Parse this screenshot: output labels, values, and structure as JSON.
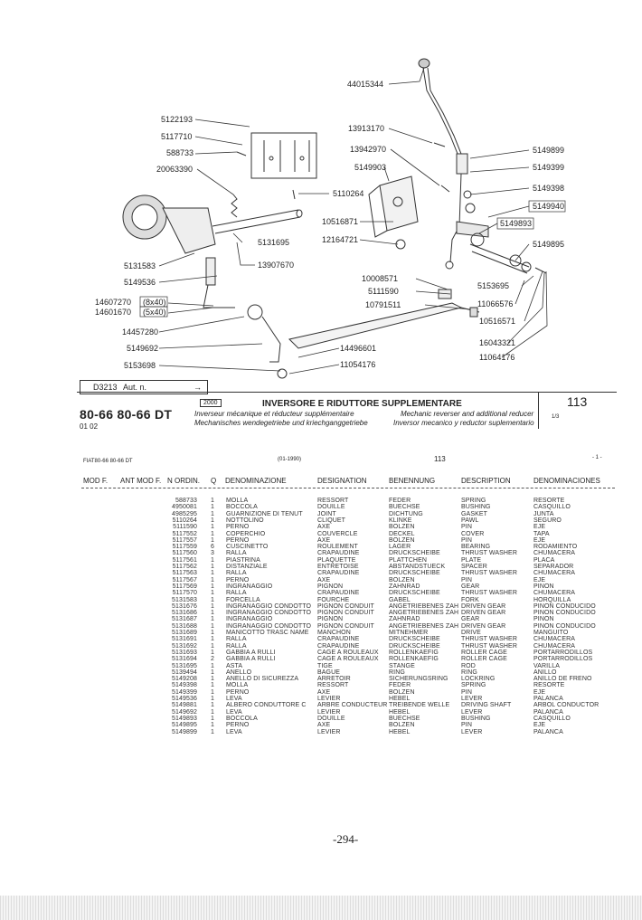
{
  "diagram": {
    "callouts_left": [
      "5122193",
      "5117710",
      "588733",
      "20063390",
      "5131583",
      "5149536",
      "14607270",
      "14601670",
      "14457280",
      "5149692",
      "5153698"
    ],
    "callouts_left_suffix": [
      "(8x40)",
      "(5x40)"
    ],
    "callouts_center": [
      "44015344",
      "13913170",
      "13942970",
      "5149903",
      "5110264",
      "10516871",
      "12164721",
      "5131695",
      "13907670",
      "10008571",
      "5111590",
      "10791511",
      "14496601",
      "11054176"
    ],
    "callouts_right": [
      "5149899",
      "5149399",
      "5149398",
      "5149940",
      "5149893",
      "5149895",
      "5153695",
      "11066576",
      "10516571",
      "16043321",
      "11064176"
    ],
    "ref_box": "D3213",
    "ref_text": "Aut. n."
  },
  "header": {
    "models": "80-66 80-66 DT",
    "models_sub": "01  02",
    "code_box": "2000",
    "title": "INVERSORE E RIDUTTORE SUPPLEMENTARE",
    "fr": "Inverseur mécanique et réducteur supplémentaire",
    "en": "Mechanic reverser and additional reducer",
    "de": "Mechanisches wendegetriebe und kriechganggetriebe",
    "es": "Inversor mecanico y reductor suplementario",
    "page_no": "113",
    "page_sub": "1/3"
  },
  "subheader": {
    "left": "FIAT80-66 80-66 DT",
    "date": "(01-1990)",
    "mid": "113",
    "right": "- 1 -"
  },
  "columns": [
    "MOD F.",
    "ANT MOD F.",
    "N ORDIN.",
    "Q",
    "DENOMINAZIONE",
    "DESIGNATION",
    "BENENNUNG",
    "DESCRIPTION",
    "DENOMINACIONES"
  ],
  "rows": [
    [
      "588733",
      "1",
      "MOLLA",
      "RESSORT",
      "FEDER",
      "SPRING",
      "RESORTE"
    ],
    [
      "4950081",
      "1",
      "BOCCOLA",
      "DOUILLE",
      "BUECHSE",
      "BUSHING",
      "CASQUILLO"
    ],
    [
      "4985295",
      "1",
      "GUARNIZIONE DI TENUT",
      "JOINT",
      "DICHTUNG",
      "GASKET",
      "JUNTA"
    ],
    [
      "5110264",
      "1",
      "NOTTOLINO",
      "CLIQUET",
      "KLINKE",
      "PAWL",
      "SEGURO"
    ],
    [
      "5111590",
      "1",
      "PERNO",
      "AXE",
      "BOLZEN",
      "PIN",
      "EJE"
    ],
    [
      "5117552",
      "1",
      "COPERCHIO",
      "COUVERCLE",
      "DECKEL",
      "COVER",
      "TAPA"
    ],
    [
      "5117557",
      "1",
      "PERNO",
      "AXE",
      "BOLZEN",
      "PIN",
      "EJE"
    ],
    [
      "5117559",
      "6",
      "CUSCINETTO",
      "ROULEMENT",
      "LAGER",
      "BEARING",
      "RODAMIENTO"
    ],
    [
      "5117560",
      "3",
      "RALLA",
      "CRAPAUDINE",
      "DRUCKSCHEIBE",
      "THRUST WASHER",
      "CHUMACERA"
    ],
    [
      "5117561",
      "1",
      "PIASTRINA",
      "PLAQUETTE",
      "PLATTCHEN",
      "PLATE",
      "PLACA"
    ],
    [
      "5117562",
      "1",
      "DISTANZIALE",
      "ENTRETOISE",
      "ABSTANDSTUECK",
      "SPACER",
      "SEPARADOR"
    ],
    [
      "5117563",
      "1",
      "RALLA",
      "CRAPAUDINE",
      "DRUCKSCHEIBE",
      "THRUST WASHER",
      "CHUMACERA"
    ],
    [
      "5117567",
      "1",
      "PERNO",
      "AXE",
      "BOLZEN",
      "PIN",
      "EJE"
    ],
    [
      "5117569",
      "1",
      "INGRANAGGIO",
      "PIGNON",
      "ZAHNRAD",
      "GEAR",
      "PINON"
    ],
    [
      "5117570",
      "1",
      "RALLA",
      "CRAPAUDINE",
      "DRUCKSCHEIBE",
      "THRUST WASHER",
      "CHUMACERA"
    ],
    [
      "5131583",
      "1",
      "FORCELLA",
      "FOURCHE",
      "GABEL",
      "FORK",
      "HORQUILLA"
    ],
    [
      "5131676",
      "1",
      "INGRANAGGIO CONDOTTO",
      "PIGNON CONDUIT",
      "ANGETRIEBENES ZAH",
      "DRIVEN GEAR",
      "PINON CONDUCIDO"
    ],
    [
      "5131686",
      "1",
      "INGRANAGGIO CONDOTTO",
      "PIGNON CONDUIT",
      "ANGETRIEBENES ZAH",
      "DRIVEN GEAR",
      "PINON CONDUCIDO"
    ],
    [
      "5131687",
      "1",
      "INGRANAGGIO",
      "PIGNON",
      "ZAHNRAD",
      "GEAR",
      "PINON"
    ],
    [
      "5131688",
      "1",
      "INGRANAGGIO CONDOTTO",
      "PIGNON CONDUIT",
      "ANGETRIEBENES ZAH",
      "DRIVEN GEAR",
      "PINON CONDUCIDO"
    ],
    [
      "5131689",
      "1",
      "MANICOTTO TRASC NAME",
      "MANCHON",
      "MITNEHMER",
      "DRIVE",
      "MANGUITO"
    ],
    [
      "5131691",
      "1",
      "RALLA",
      "CRAPAUDINE",
      "DRUCKSCHEIBE",
      "THRUST WASHER",
      "CHUMACERA"
    ],
    [
      "5131692",
      "1",
      "RALLA",
      "CRAPAUDINE",
      "DRUCKSCHEIBE",
      "THRUST WASHER",
      "CHUMACERA"
    ],
    [
      "5131693",
      "1",
      "GABBIA A RULLI",
      "CAGE A ROULEAUX",
      "ROLLENKAEFIG",
      "ROLLER CAGE",
      "PORTARRODILLOS"
    ],
    [
      "5131694",
      "2",
      "GABBIA A RULLI",
      "CAGE A ROULEAUX",
      "ROLLENKAEFIG",
      "ROLLER CAGE",
      "PORTARRODILLOS"
    ],
    [
      "5131695",
      "1",
      "ASTA",
      "TIGE",
      "STANGE",
      "ROD",
      "VARILLA"
    ],
    [
      "5139494",
      "1",
      "ANELLO",
      "BAGUE",
      "RING",
      "RING",
      "ANILLO"
    ],
    [
      "5149208",
      "1",
      "ANELLO DI SICUREZZA",
      "ARRETOIR",
      "SICHERUNGSRING",
      "LOCKRING",
      "ANILLO DE FRENO"
    ],
    [
      "5149398",
      "1",
      "MOLLA",
      "RESSORT",
      "FEDER",
      "SPRING",
      "RESORTE"
    ],
    [
      "5149399",
      "1",
      "PERNO",
      "AXE",
      "BOLZEN",
      "PIN",
      "EJE"
    ],
    [
      "5149536",
      "1",
      "LEVA",
      "LEVIER",
      "HEBEL",
      "LEVER",
      "PALANCA"
    ],
    [
      "5149881",
      "1",
      "ALBERO CONDUTTORE C",
      "ARBRE CONDUCTEUR",
      "TREIBENDE WELLE",
      "DRIVING SHAFT",
      "ARBOL CONDUCTOR"
    ],
    [
      "5149692",
      "1",
      "LEVA",
      "LEVIER",
      "HEBEL",
      "LEVER",
      "PALANCA"
    ],
    [
      "5149893",
      "1",
      "BOCCOLA",
      "DOUILLE",
      "BUECHSE",
      "BUSHING",
      "CASQUILLO"
    ],
    [
      "5149895",
      "1",
      "PERNO",
      "AXE",
      "BOLZEN",
      "PIN",
      "EJE"
    ],
    [
      "5149899",
      "1",
      "LEVA",
      "LEVIER",
      "HEBEL",
      "LEVER",
      "PALANCA"
    ]
  ],
  "footer": {
    "page": "-294-"
  }
}
